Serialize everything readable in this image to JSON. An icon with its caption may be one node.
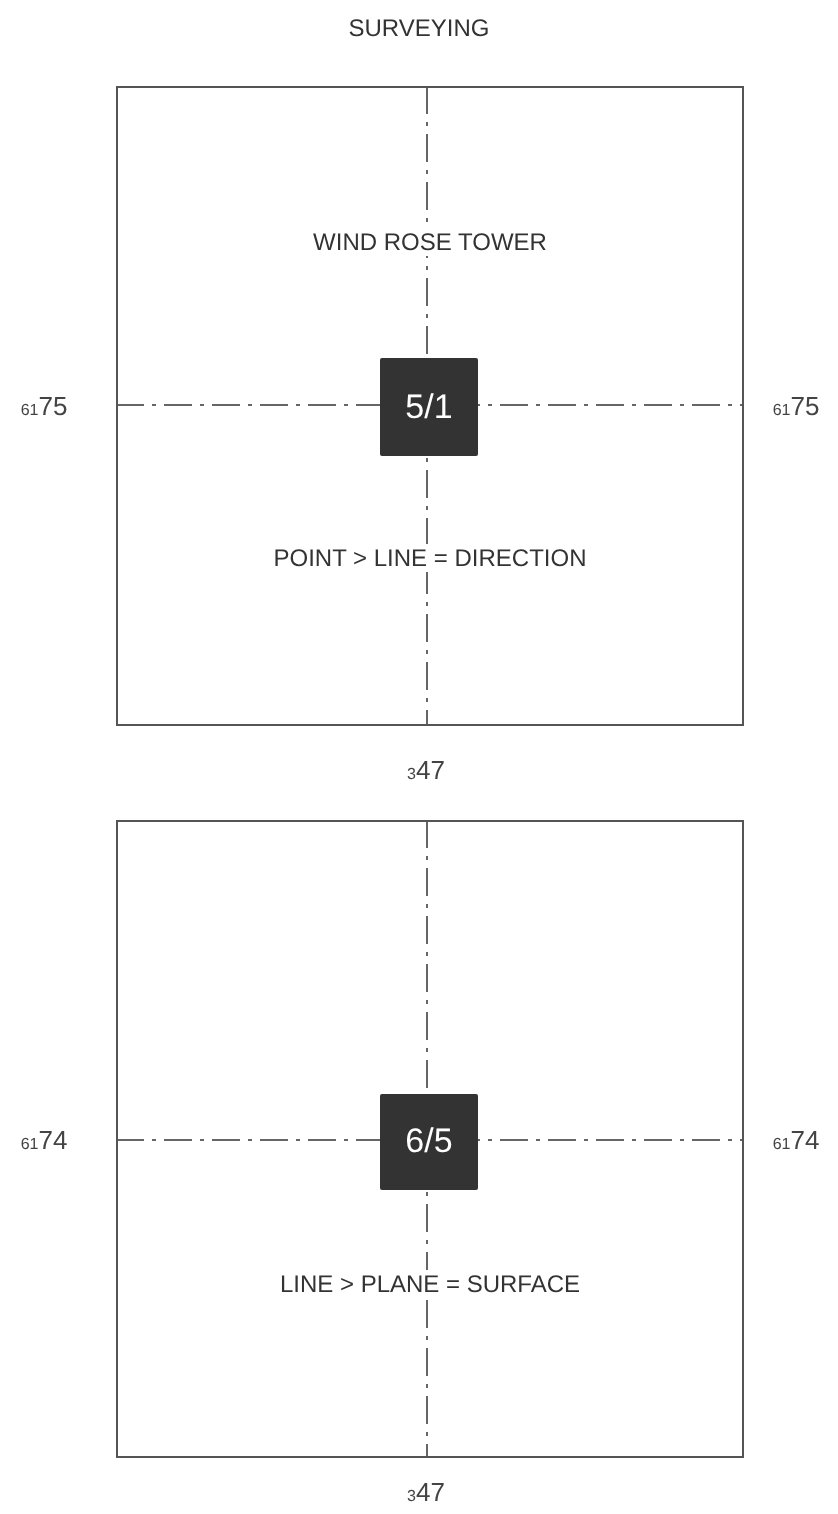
{
  "diagram": {
    "title": "SURVEYING",
    "nodes": [
      {
        "text": [
          "WIND ROSE TOWER",
          "POINT > LINE = DIRECTION"
        ]
      },
      {
        "text": [
          "5/1"
        ],
        "in": 0
      },
      {
        "text": [
          "LINE > PLANE = SURFACE"
        ]
      },
      {
        "text": [
          "6/5"
        ],
        "in": 2
      }
    ],
    "labels": [
      "$_{61}$75",
      "$_{61}$75",
      "$_{3}$47",
      "$_{61}$74",
      "$_{61}$74",
      "$_{3}$47"
    ]
  }
}
